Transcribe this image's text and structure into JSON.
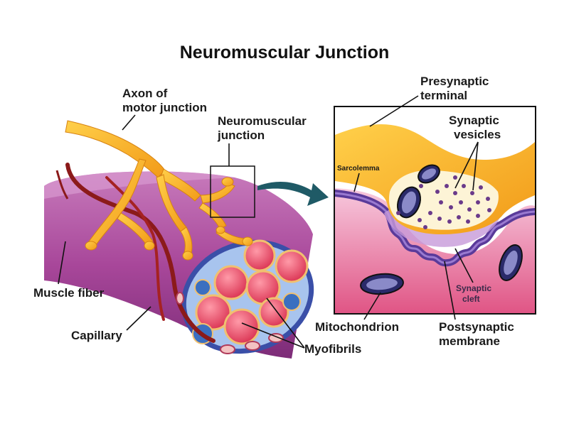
{
  "title": "Neuromuscular Junction",
  "labels": {
    "axon_line1": "Axon of",
    "axon_line2": "motor junction",
    "nmj_line1": "Neuromuscular",
    "nmj_line2": "junction",
    "muscle_fiber": "Muscle fiber",
    "capillary": "Capillary",
    "myofibrils": "Myofibrils",
    "presynaptic_line1": "Presynaptic",
    "presynaptic_line2": "terminal",
    "vesicles_line1": "Synaptic",
    "vesicles_line2": "vesicles",
    "sarcolemma": "Sarcolemma",
    "cleft_line1": "Synaptic",
    "cleft_line2": "cleft",
    "mitochondrion": "Mitochondrion",
    "postsynaptic_line1": "Postsynaptic",
    "postsynaptic_line2": "membrane"
  },
  "colors": {
    "axon": "#f5a623",
    "muscle": "#b04a9a",
    "muscle_light": "#d98ac4",
    "myofibril": "#e8506a",
    "capillary": "#8b1a1a",
    "arrow": "#1f5a66",
    "membrane": "#6a3fa0"
  }
}
